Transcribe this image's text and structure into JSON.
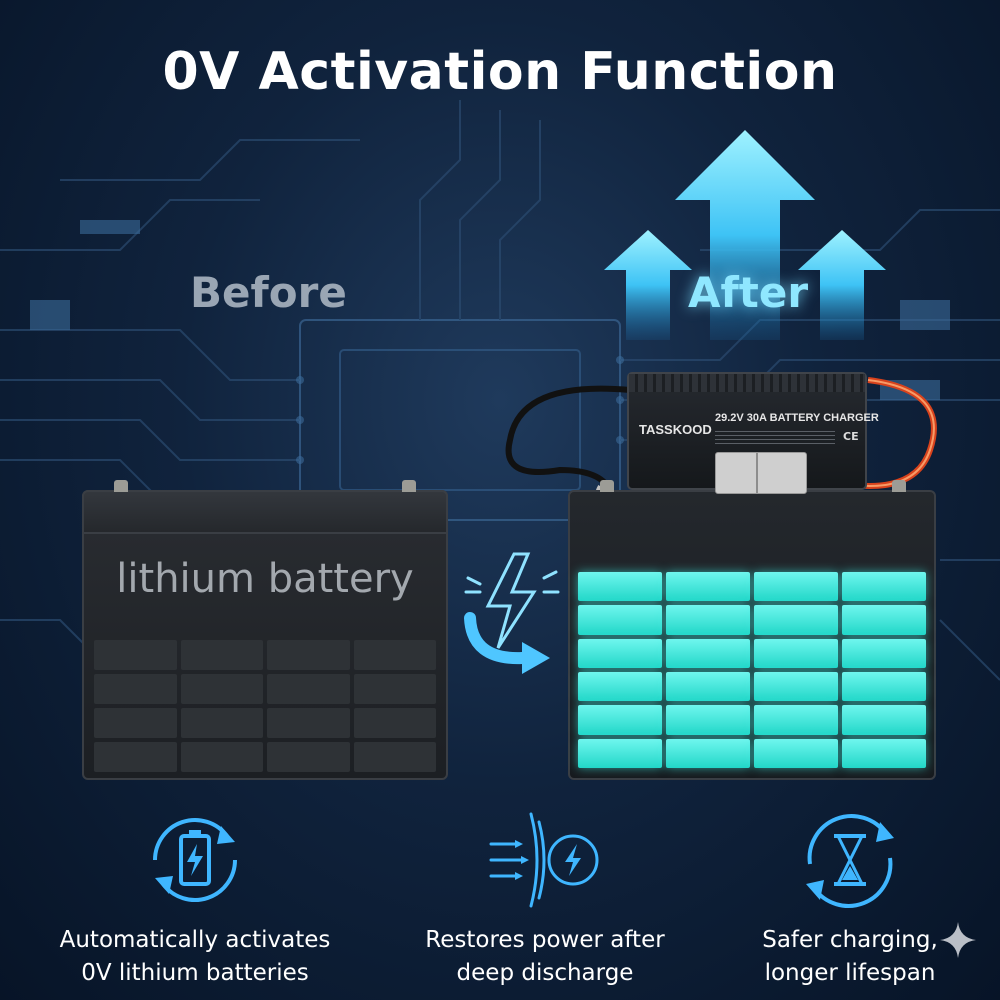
{
  "title": "0V Activation Function",
  "before_label": "Before",
  "after_label": "After",
  "battery": {
    "label": "lithium battery"
  },
  "charger": {
    "brand": "TASSKOOD",
    "model": "29.2V 30A BATTERY CHARGER",
    "mark": "CE"
  },
  "features": [
    {
      "icon": "battery-refresh-icon",
      "line1": "Automatically activates",
      "line2": "0V lithium batteries"
    },
    {
      "icon": "power-restore-icon",
      "line1": "Restores power after",
      "line2": "deep discharge"
    },
    {
      "icon": "hourglass-cycle-icon",
      "line1": "Safer charging,",
      "line2": "longer lifespan"
    }
  ],
  "colors": {
    "accent": "#3fb6ff",
    "cell": "#2ee0d2",
    "background": "#10233d"
  }
}
